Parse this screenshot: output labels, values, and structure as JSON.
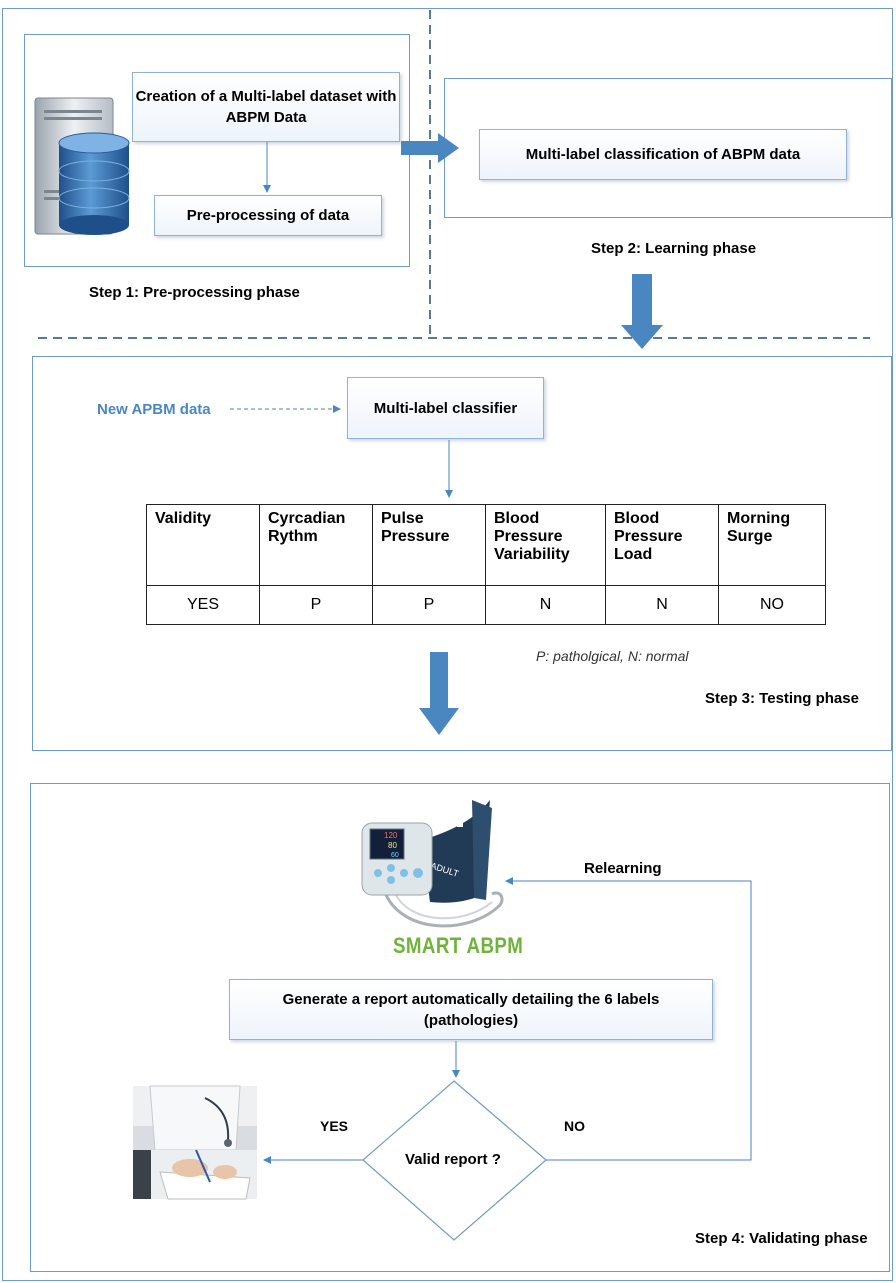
{
  "step1": {
    "caption": "Step 1: Pre-processing phase",
    "create_box": "Creation of a Multi-label  dataset with ABPM Data",
    "preprocess_box": "Pre-processing of data"
  },
  "step2": {
    "caption": "Step 2: Learning phase",
    "classification_box": "Multi-label classification of ABPM data"
  },
  "step3": {
    "caption": "Step 3: Testing phase",
    "input_label": "New APBM data",
    "classifier_box": "Multi-label classifier",
    "table": {
      "headers": [
        "Validity",
        "Cyrcadian Rythm",
        "Pulse Pressure",
        "Blood Pressure Variability",
        "Blood Pressure Load",
        "Morning Surge"
      ],
      "values": [
        "YES",
        "P",
        "P",
        "N",
        "N",
        "NO"
      ]
    },
    "legend": "P: patholgical, N: normal"
  },
  "step4": {
    "caption": "Step 4: Validating phase",
    "brand": "SMART ABPM",
    "device_screen": [
      "120",
      "80",
      "60"
    ],
    "cuff_label": "ADULT",
    "report_box": "Generate a report automatically detailing the 6 labels (pathologies)",
    "decision": "Valid report ?",
    "yes_label": "YES",
    "no_label": "NO",
    "relearning_label": "Relearning"
  },
  "colors": {
    "border": "#6f9bc6",
    "arrow": "#4a86c0",
    "brand": "#6fb33b"
  },
  "icons": [
    "server-database-icon",
    "abpm-device-image",
    "doctor-writing-image"
  ]
}
